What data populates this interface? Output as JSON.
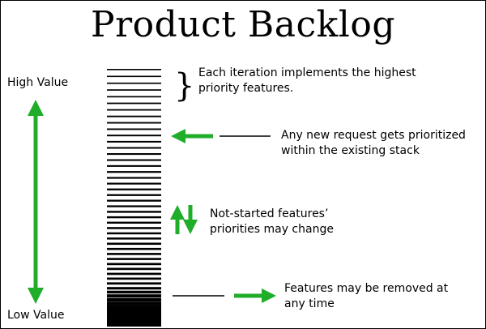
{
  "title": "Product Backlog",
  "axis": {
    "high_label": "High Value",
    "low_label": "Low Value"
  },
  "annotations": {
    "iteration": {
      "line1": "Each iteration implements the highest",
      "line2": "priority features."
    },
    "new_request": {
      "line1": "Any new request gets prioritized",
      "line2": "within the existing stack"
    },
    "reprioritize": {
      "line1": "Not-started features’",
      "line2": "priorities may change"
    },
    "removal": {
      "line1": "Features may be removed at",
      "line2": "any time"
    }
  },
  "colors": {
    "arrow": "#1fad2a",
    "ink": "#000000",
    "background": "#ffffff"
  }
}
